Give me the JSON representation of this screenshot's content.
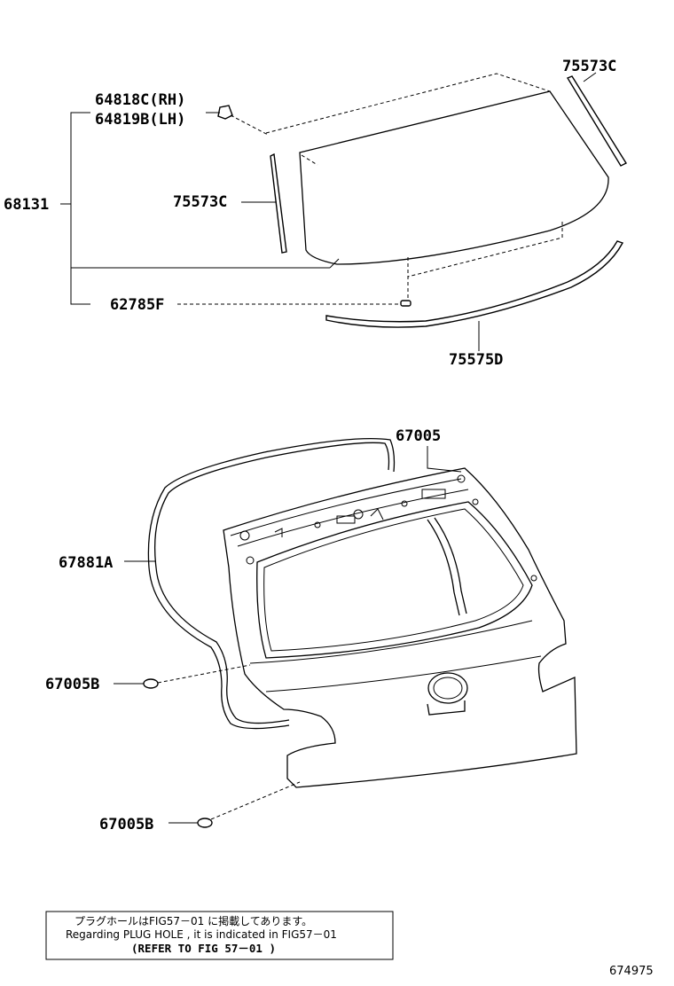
{
  "labels": {
    "p64818C": "64818C(RH)",
    "p64819B": "64819B(LH)",
    "p75573C_top": "75573C",
    "p68131": "68131",
    "p75573C_left": "75573C",
    "p62785F": "62785F",
    "p75575D": "75575D",
    "p67005": "67005",
    "p67881A": "67881A",
    "p67005B_a": "67005B",
    "p67005B_b": "67005B"
  },
  "note": {
    "line1": "プラグホールはFIG57－01 に掲載してあります。",
    "line2": "Regarding  PLUG  HOLE  , it  is indicated  in  FIG57－01",
    "line3": "(REFER  TO  FIG   57－01  )"
  },
  "figure_number": "674975"
}
